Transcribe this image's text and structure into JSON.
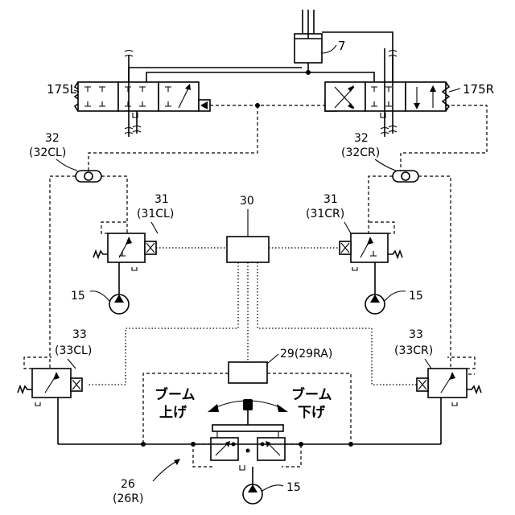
{
  "labels": {
    "cylinder": "7",
    "valve_left": "175L",
    "valve_right": "175R",
    "shuttle_left_num": "32",
    "shuttle_left_code": "(32CL)",
    "shuttle_right_num": "32",
    "shuttle_right_code": "(32CR)",
    "controller": "30",
    "prop_left_num": "31",
    "prop_left_code": "(31CL)",
    "prop_right_num": "31",
    "prop_right_code": "(31CR)",
    "pump_left": "15",
    "pump_right": "15",
    "pump_bottom": "15",
    "sol_left_num": "33",
    "sol_left_code": "(33CL)",
    "sol_right_num": "33",
    "sol_right_code": "(33CR)",
    "sensor": "29(29RA)",
    "lever_num": "26",
    "lever_code": "(26R)",
    "boom_left_line1": "ブーム",
    "boom_left_line2": "上げ",
    "boom_right_line1": "ブーム",
    "boom_right_line2": "下げ"
  }
}
